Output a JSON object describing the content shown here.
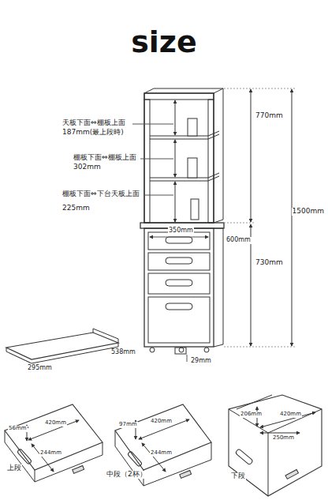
{
  "diagram": {
    "title": "size",
    "labels": [
      "天板下面⇔棚板上面",
      "187mm(最上段時)",
      "棚板下面⇔棚板上面",
      "302mm",
      "棚板下面⇔下台天板上面",
      "225mm",
      "770mm",
      "1500mm",
      "730mm",
      "350mm",
      "600mm",
      "29mm",
      "538mm",
      "295mm",
      "56mm",
      "420mm",
      "244mm",
      "上段",
      "97mm",
      "420mm",
      "244mm",
      "中段（2杯）",
      "206mm",
      "420mm",
      "250mm",
      "下段"
    ]
  }
}
